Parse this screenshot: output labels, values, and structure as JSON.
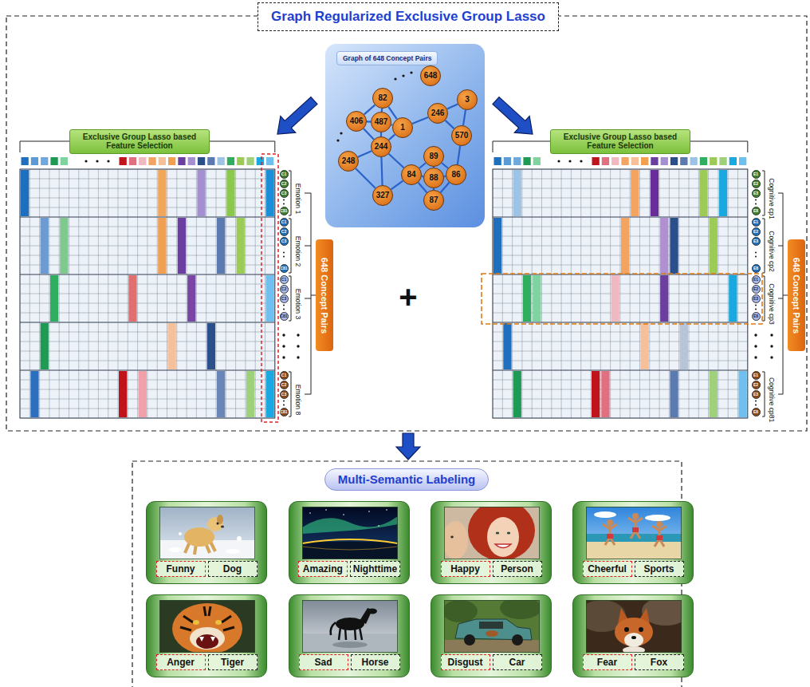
{
  "diagram": {
    "title": "Graph Regularized Exclusive Group Lasso",
    "nodes": [
      {
        "text": [
          "Graph of 648 Concept Pairs"
        ]
      },
      {
        "text": [
          "648"
        ],
        "in": 0
      },
      {
        "text": [
          "82"
        ],
        "in": 0
      },
      {
        "text": [
          "3"
        ],
        "in": 0
      },
      {
        "text": [
          "246"
        ],
        "in": 0
      },
      {
        "text": [
          "406"
        ],
        "in": 0
      },
      {
        "text": [
          "487"
        ],
        "in": 0
      },
      {
        "text": [
          "1"
        ],
        "in": 0
      },
      {
        "text": [
          "570"
        ],
        "in": 0
      },
      {
        "text": [
          "244"
        ],
        "in": 0
      },
      {
        "text": [
          "89"
        ],
        "in": 0
      },
      {
        "text": [
          "248"
        ],
        "in": 0
      },
      {
        "text": [
          "84"
        ],
        "in": 0
      },
      {
        "text": [
          "88"
        ],
        "in": 0
      },
      {
        "text": [
          "86"
        ],
        "in": 0
      },
      {
        "text": [
          "327"
        ],
        "in": 0
      },
      {
        "text": [
          "87"
        ],
        "in": 0
      },
      {
        "text": [
          "Exclusive Group Lasso based Feature Selection"
        ]
      },
      {
        "text": [
          "Exclusive Group Lasso based Feature Selection"
        ]
      },
      {
        "text": [
          "C1"
        ]
      },
      {
        "text": [
          "C2"
        ]
      },
      {
        "text": [
          "C3"
        ]
      },
      {
        "text": [
          "C81"
        ]
      },
      {
        "text": [
          "C1"
        ]
      },
      {
        "text": [
          "C2"
        ]
      },
      {
        "text": [
          "C3"
        ]
      },
      {
        "text": [
          "C81"
        ]
      },
      {
        "text": [
          "C1"
        ]
      },
      {
        "text": [
          "C2"
        ]
      },
      {
        "text": [
          "C3"
        ]
      },
      {
        "text": [
          "C81"
        ]
      },
      {
        "text": [
          "C1"
        ]
      },
      {
        "text": [
          "C2"
        ]
      },
      {
        "text": [
          "C3"
        ]
      },
      {
        "text": [
          "C81"
        ]
      },
      {
        "text": [
          "648 Concept Pairs"
        ]
      },
      {
        "text": [
          "E1"
        ]
      },
      {
        "text": [
          "E2"
        ]
      },
      {
        "text": [
          "E3"
        ]
      },
      {
        "text": [
          "E8"
        ]
      },
      {
        "text": [
          "E1"
        ]
      },
      {
        "text": [
          "E2"
        ]
      },
      {
        "text": [
          "E3"
        ]
      },
      {
        "text": [
          "E8"
        ]
      },
      {
        "text": [
          "E1"
        ]
      },
      {
        "text": [
          "E2"
        ]
      },
      {
        "text": [
          "E3"
        ]
      },
      {
        "text": [
          "E8"
        ]
      },
      {
        "text": [
          "E1"
        ]
      },
      {
        "text": [
          "E2"
        ]
      },
      {
        "text": [
          "E3"
        ]
      },
      {
        "text": [
          "E8"
        ]
      },
      {
        "text": [
          "648 Concept Pairs"
        ]
      },
      {
        "text": [
          "Multi-Semantic Labeling"
        ]
      },
      {
        "text": [
          "Funny",
          "Dog"
        ]
      },
      {
        "text": [
          "Amazing",
          "Nighttime"
        ]
      },
      {
        "text": [
          "Happy",
          "Person"
        ]
      },
      {
        "text": [
          "Cheerful",
          "Sports"
        ]
      },
      {
        "text": [
          "Anger",
          "Tiger"
        ]
      },
      {
        "text": [
          "Sad",
          "Horse"
        ]
      },
      {
        "text": [
          "Disgust",
          "Car"
        ]
      },
      {
        "text": [
          "Fear",
          "Fox"
        ]
      }
    ],
    "edges": [
      {
        "from": 2,
        "to": 6,
        "arrow": "none"
      },
      {
        "from": 2,
        "to": 7,
        "arrow": "none"
      },
      {
        "from": 2,
        "to": 5,
        "arrow": "none"
      },
      {
        "from": 5,
        "to": 6,
        "arrow": "none"
      },
      {
        "from": 6,
        "to": 7,
        "arrow": "none"
      },
      {
        "from": 5,
        "to": 9,
        "arrow": "none"
      },
      {
        "from": 6,
        "to": 9,
        "arrow": "none"
      },
      {
        "from": 7,
        "to": 9,
        "arrow": "none"
      },
      {
        "from": 7,
        "to": 4,
        "arrow": "none"
      },
      {
        "from": 4,
        "to": 3,
        "arrow": "none"
      },
      {
        "from": 4,
        "to": 8,
        "arrow": "none"
      },
      {
        "from": 3,
        "to": 8,
        "arrow": "none"
      },
      {
        "from": 8,
        "to": 14,
        "arrow": "none"
      },
      {
        "from": 9,
        "to": 11,
        "arrow": "none"
      },
      {
        "from": 9,
        "to": 12,
        "arrow": "none"
      },
      {
        "from": 9,
        "to": 15,
        "arrow": "none"
      },
      {
        "from": 11,
        "to": 15,
        "arrow": "none"
      },
      {
        "from": 15,
        "to": 12,
        "arrow": "none"
      },
      {
        "from": 12,
        "to": 10,
        "arrow": "none"
      },
      {
        "from": 12,
        "to": 13,
        "arrow": "none"
      },
      {
        "from": 12,
        "to": 16,
        "arrow": "none"
      },
      {
        "from": 10,
        "to": 13,
        "arrow": "none"
      },
      {
        "from": 10,
        "to": 14,
        "arrow": "none"
      },
      {
        "from": 13,
        "to": 14,
        "arrow": "none"
      },
      {
        "from": 13,
        "to": 16,
        "arrow": "none"
      },
      {
        "from": 14,
        "to": 16,
        "arrow": "none"
      }
    ],
    "labels": [
      "+",
      "Emotion 1",
      "Emotion 2",
      "Emotion 3",
      "Emotion 8",
      "Cognitive cp1",
      "Cognitive cp2",
      "Cognitive cp3",
      "Cognitive cp81"
    ]
  }
}
